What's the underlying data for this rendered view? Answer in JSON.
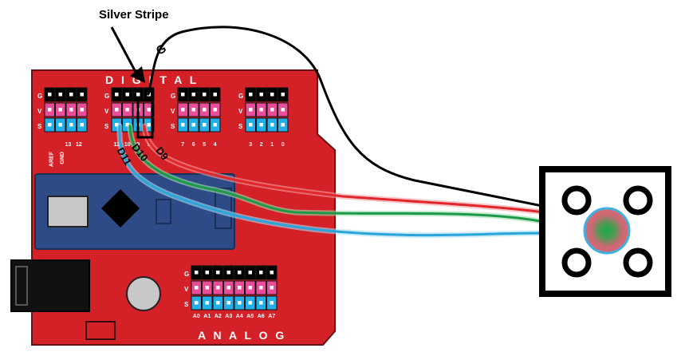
{
  "annotation": {
    "silver_stripe": "Silver Stripe"
  },
  "board": {
    "color": "#d42027",
    "digital_label": "D I G I T A L",
    "analog_label": "A N A L O G",
    "row_labels": [
      "G",
      "V",
      "S"
    ],
    "digital_groups": [
      {
        "pins": [
          "AREF",
          "GND",
          "13",
          "12"
        ]
      },
      {
        "pins": [
          "11",
          "10",
          "9",
          "8"
        ]
      },
      {
        "pins": [
          "7",
          "6",
          "5",
          "4"
        ]
      },
      {
        "pins": [
          "3",
          "2",
          "1",
          "0"
        ]
      }
    ],
    "analog_pins": [
      "A0",
      "A1",
      "A2",
      "A3",
      "A4",
      "A5",
      "A6",
      "A7"
    ]
  },
  "wires": {
    "ground_label": "G",
    "d9_label": "D9",
    "d10_label": "D10",
    "d11_label": "D11",
    "colors": {
      "ground": "#000000",
      "d9": "#e3262b",
      "d10": "#1d9a48",
      "d11": "#2aa5dc"
    }
  },
  "header_colors": {
    "g_row": "#000000",
    "v_row": "#e94d9a",
    "s_row": "#22aee6"
  },
  "led_module": {
    "lens_color": "#d36a73",
    "center_color": "#1aa84a"
  }
}
